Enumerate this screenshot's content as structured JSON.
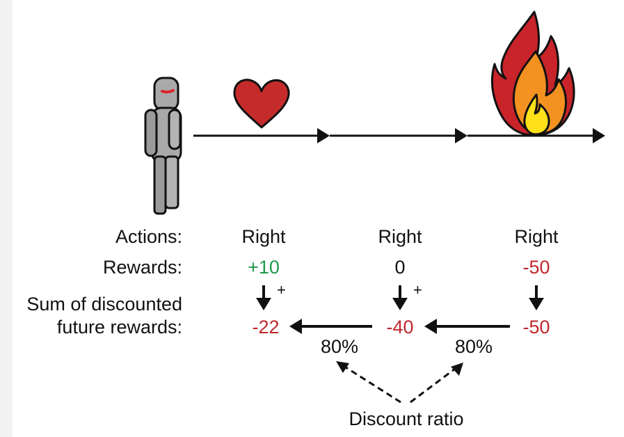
{
  "labels": {
    "actions": "Actions:",
    "rewards": "Rewards:",
    "sum_line1": "Sum of discounted",
    "sum_line2": "future rewards:"
  },
  "steps": [
    {
      "action": "Right",
      "reward": "+10",
      "discounted_sum": "-22"
    },
    {
      "action": "Right",
      "reward": "0",
      "discounted_sum": "-40"
    },
    {
      "action": "Right",
      "reward": "-50",
      "discounted_sum": "-50"
    }
  ],
  "plus_sign": "+",
  "discount": {
    "rate_left": "80%",
    "rate_right": "80%",
    "caption": "Discount ratio"
  },
  "colors": {
    "positive": "#1e9a4a",
    "negative": "#c0272d",
    "neutral": "#111111",
    "heart": "#c62b2b",
    "robot_body": "#a9a9a9",
    "robot_visor": "#d8262c",
    "flame_outer": "#c8242a",
    "flame_mid": "#f39220",
    "flame_inner": "#ffe11a"
  },
  "icons": {
    "agent": "robot-icon",
    "reward_positive": "heart-icon",
    "reward_negative": "fire-icon"
  }
}
